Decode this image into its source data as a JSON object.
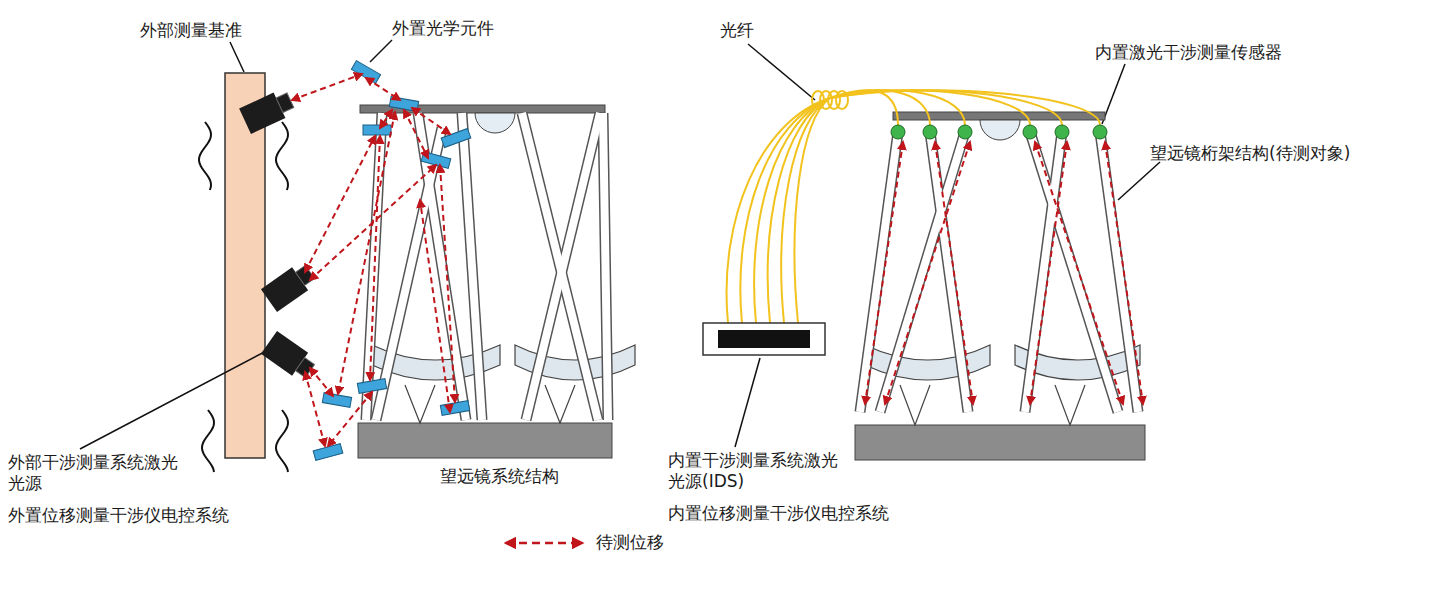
{
  "diagram": {
    "labels": [
      "外部测量基准",
      "外置光学元件",
      "光纤",
      "内置激光干涉测量传感器",
      "望远镜桁架结构(待测对象)",
      "外部干涉测量系统激光 光源",
      "外置位移测量干涉仪电控系统",
      "望远镜系统结构",
      "内置干涉测量系统激光 光源(IDS)",
      "内置位移测量干涉仪电控系统"
    ],
    "legend": [
      {
        "text": "待测位移"
      }
    ]
  }
}
